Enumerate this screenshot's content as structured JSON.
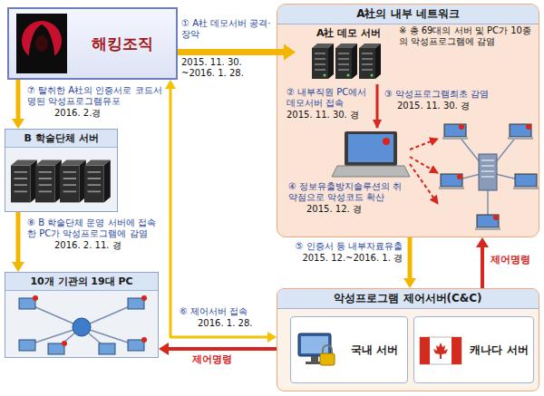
{
  "diagram": {
    "nodes": [
      {
        "text": [
          "해킹조직"
        ]
      },
      {
        "text": [
          "A社의 내부 네트워크"
        ]
      },
      {
        "text": [
          "A社 데모 서버"
        ],
        "in": 1
      },
      {
        "text": [
          "B 학술단체 서버"
        ]
      },
      {
        "text": [
          "10개 기관의 19대 PC"
        ]
      },
      {
        "text": [
          "악성프로그램 제어서버(C&C)"
        ]
      },
      {
        "text": [
          "국내 서버"
        ],
        "in": 5
      },
      {
        "text": [
          "캐나다 서버"
        ],
        "in": 5
      }
    ],
    "edges": [
      {
        "from": 0,
        "to": 2,
        "arrow": "to",
        "label": "① A社 데모서버 공격·장악"
      },
      {
        "from": 1,
        "to": 5,
        "arrow": "to",
        "label": "⑤ 인증서 등 내부자료유출"
      },
      {
        "from": 5,
        "to": 1,
        "arrow": "to",
        "label": "제어명령"
      },
      {
        "from": 0,
        "to": 5,
        "arrow": "both",
        "label": "⑥ 제어서버 접속"
      },
      {
        "from": 0,
        "to": 3,
        "arrow": "to",
        "label": "⑦ 탈취한 A社의 인증서로 코드서명된 악성프로그램유포"
      },
      {
        "from": 3,
        "to": 4,
        "arrow": "to",
        "label": "⑧ B 학술단체 운영 서버에 접속한 PC가 악성프로그램에 감염"
      },
      {
        "from": 5,
        "to": 4,
        "arrow": "to",
        "label": "제어명령"
      }
    ],
    "labels": [
      "2015. 11. 30. ~2016. 1. 28.",
      "※ 총 69대의 서버 및 PC가 10종의 악성프로그램에 감염",
      "② 내부직원 PC에서 데모서버 접속",
      "2015. 11. 30. 경",
      "③ 악성프로그램최초 감염",
      "2015. 11. 30. 경",
      "④ 정보유출방지솔루션의 취약점으로 악성코드 확산",
      "2015. 12. 경",
      "2015. 12.~2016. 1. 경",
      "2016. 1. 28.",
      "2016. 2.경",
      "2016. 2. 11. 경"
    ]
  }
}
